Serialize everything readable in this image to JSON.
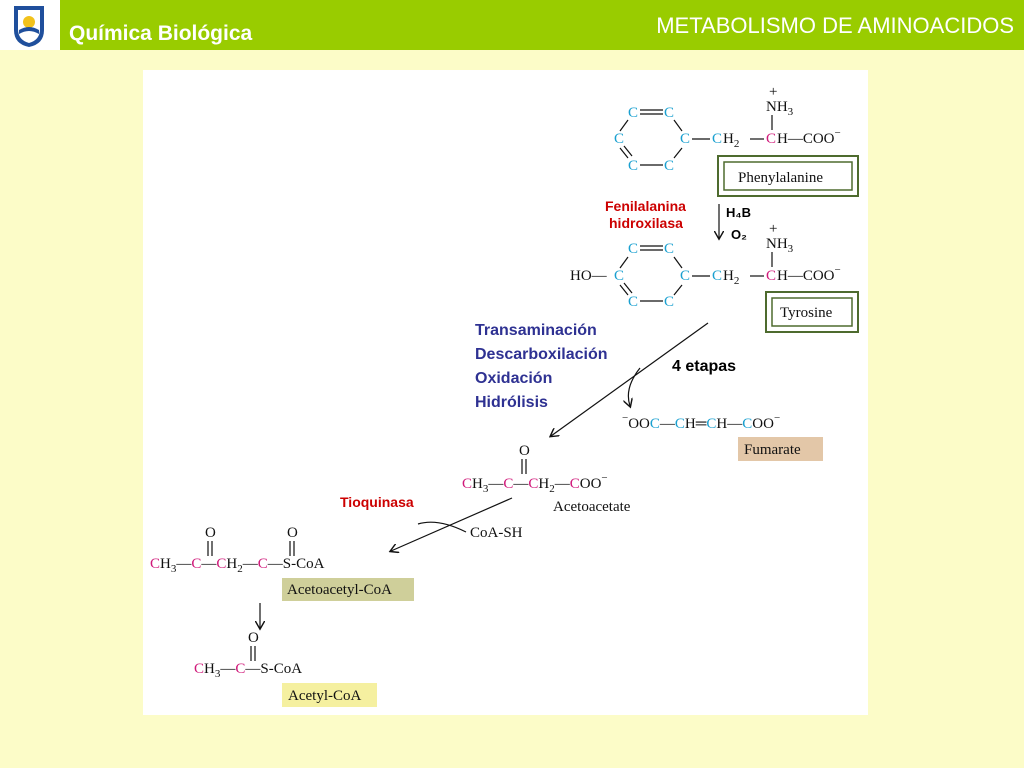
{
  "header": {
    "course_title": "Química Biológica",
    "slide_title": "METABOLISMO DE AMINOACIDOS"
  },
  "molecules": {
    "phenylalanine": "Phenylalanine",
    "tyrosine": "Tyrosine",
    "fumarate": "Fumarate",
    "acetoacetate": "Acetoacetate",
    "acetoacetyl_coa": "Acetoacetyl-CoA",
    "acetyl_coa": "Acetyl-CoA"
  },
  "enzymes": {
    "phe_hydroxylase_line1": "Fenilalanina",
    "phe_hydroxylase_line2": "hidroxilasa",
    "thiokinase": "Tioquinasa"
  },
  "cofactors": {
    "h4b": "H₄B",
    "o2": "O₂",
    "coash": "CoA-SH"
  },
  "steps": [
    "Transaminación",
    "Descarboxilación",
    "Oxidación",
    "Hidrólisis"
  ],
  "steps_note": "4 etapas",
  "colors": {
    "header_green": "#99cc00",
    "background": "#fcfcc8",
    "enzyme_red": "#cc0000",
    "steps_blue": "#2e3192",
    "carbon_cyan": "#1aa0d0",
    "carbon_magenta": "#d0197a",
    "box_phe_tyr_border": "#4e6b2e",
    "fumarate_fill": "#e3c7a8",
    "acetoacetyl_fill": "#cfcf9a",
    "acetyl_fill": "#f5f0a0"
  }
}
